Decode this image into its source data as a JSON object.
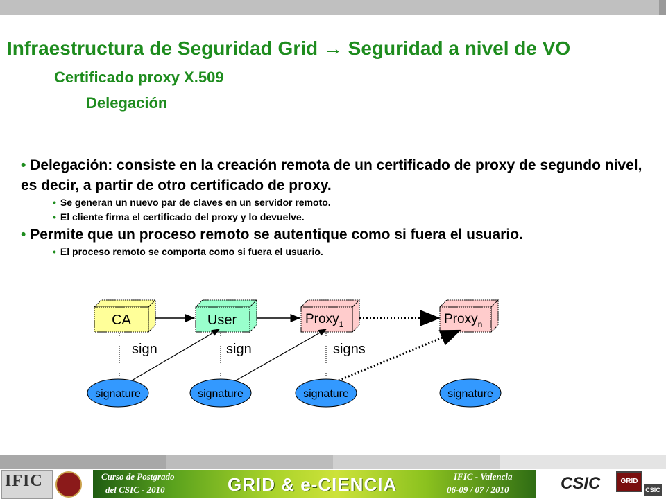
{
  "title": "Infraestructura de Seguridad Grid  → Seguridad a nivel de VO",
  "subtitle1": "Certificado proxy X.509",
  "subtitle2": "Delegación",
  "bullets": [
    {
      "level": 1,
      "text": "Delegación: consiste en la creación remota de un certificado de proxy de segundo nivel, es decir, a partir de otro certificado de proxy."
    },
    {
      "level": 2,
      "text": "Se generan un nuevo par de claves en un servidor remoto."
    },
    {
      "level": 2,
      "text": "El cliente firma el certificado del proxy y lo devuelve."
    },
    {
      "level": 1,
      "text": "Permite que un proceso remoto se autentique como si fuera el usuario."
    },
    {
      "level": 2,
      "text": "El proceso remoto se comporta como si fuera el usuario."
    }
  ],
  "diagram": {
    "boxes": [
      {
        "label": "CA",
        "sub": ""
      },
      {
        "label": "User",
        "sub": ""
      },
      {
        "label": "Proxy",
        "sub": "1"
      },
      {
        "label": "Proxy",
        "sub": "n"
      }
    ],
    "edge_labels": [
      "sign",
      "sign",
      "signs"
    ],
    "ellipses": [
      "signature",
      "signature",
      "signature",
      "signature"
    ],
    "colors": {
      "ca": "#ffff99",
      "user": "#99ffcc",
      "proxy": "#ffcccc",
      "ellipse": "#3399ff"
    }
  },
  "footer": {
    "ific": "IFIC",
    "course_line1": "Curso de Postgrado",
    "course_line2": "del CSIC - 2010",
    "banner_main": "GRID & e-CIENCIA",
    "location": "IFIC - Valencia",
    "dates": "06-09 / 07 / 2010",
    "csic": "CSIC",
    "grid_logo": "GRID",
    "csic_small": "CSIC"
  }
}
